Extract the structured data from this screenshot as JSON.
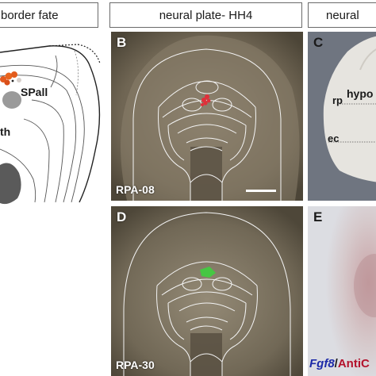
{
  "headers": {
    "left": "border fate",
    "middle": "neural plate- HH4",
    "right": "neural"
  },
  "panel_left": {
    "labels": {
      "spall": "SPall",
      "th": "th"
    }
  },
  "panel_b": {
    "letter": "B",
    "stage": "RPA-08"
  },
  "panel_c": {
    "letter": "C",
    "labels": {
      "hypo": "hypo",
      "rp": "rp",
      "ec": "ec"
    }
  },
  "panel_d": {
    "letter": "D",
    "stage": "RPA-30"
  },
  "panel_e": {
    "letter": "E",
    "caption_gene": "Fgf8",
    "caption_sep": "/",
    "caption_anti": "AntiC"
  },
  "colors": {
    "mark_red": "#e0303a",
    "mark_green": "#3fcf3f",
    "outline": "#f4f4f4",
    "gene_blue": "#1c2aa8",
    "anti_red": "#b3122c"
  }
}
